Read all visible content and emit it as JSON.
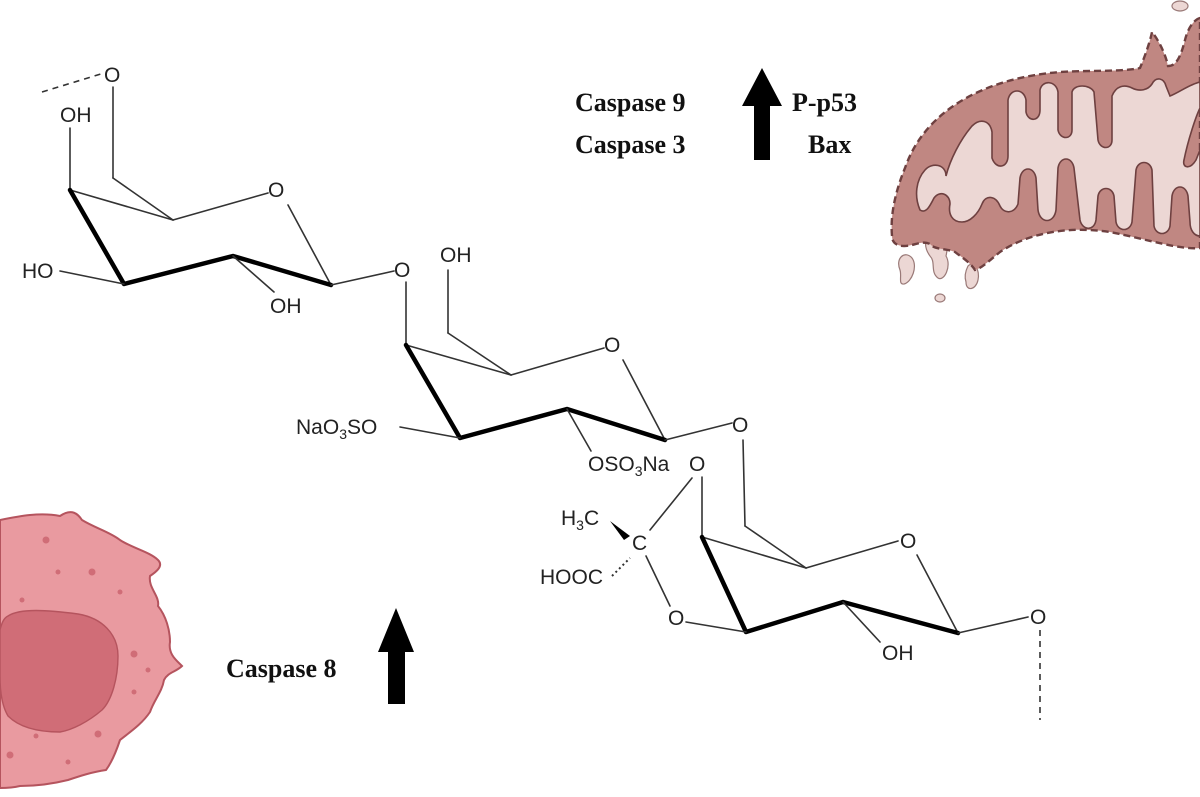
{
  "diagram": {
    "colors": {
      "cell_body": "#e99aa0",
      "cell_nucleus": "#d06d77",
      "cell_outline": "#b5545e",
      "mito_membrane": "#c08782",
      "mito_matrix": "#ecd7d4",
      "mito_outline": "#6e4040",
      "arrow": "#000000"
    },
    "labels": {
      "mito_left_1": "Caspase 9",
      "mito_left_2": "Caspase 3",
      "mito_right_1": "P-p53",
      "mito_right_2": "Bax",
      "cell_label": "Caspase 8"
    },
    "arrows": [
      {
        "id": "mitochondrial-pathway-arrow",
        "direction": "up",
        "meaning": "upregulated"
      },
      {
        "id": "extrinsic-pathway-arrow",
        "direction": "up",
        "meaning": "upregulated"
      }
    ],
    "structure": {
      "atoms": {
        "o_link_top": "O",
        "oh_ring1_c4": "OH",
        "o_ring1": "O",
        "ho_ring1": "HO",
        "oh_ring1_c2": "OH",
        "o_glyco1": "O",
        "oh_ring2_c6": "OH",
        "o_ring2": "O",
        "naso3o": {
          "main": "NaO",
          "sub": "3",
          "tail": "SO"
        },
        "oso3na": {
          "main": "OSO",
          "sub": "3",
          "tail": "Na"
        },
        "o_glyco2": "O",
        "o_pyruvate_top": "O",
        "h3c": {
          "main": "H",
          "sub": "3",
          "tail": "C"
        },
        "c_ketal": "C",
        "hooc": "HOOC",
        "o_pyruvate_bottom": "O",
        "o_ring3": "O",
        "oh_ring3_c2": "OH",
        "o_link_bottom": "O"
      }
    }
  }
}
